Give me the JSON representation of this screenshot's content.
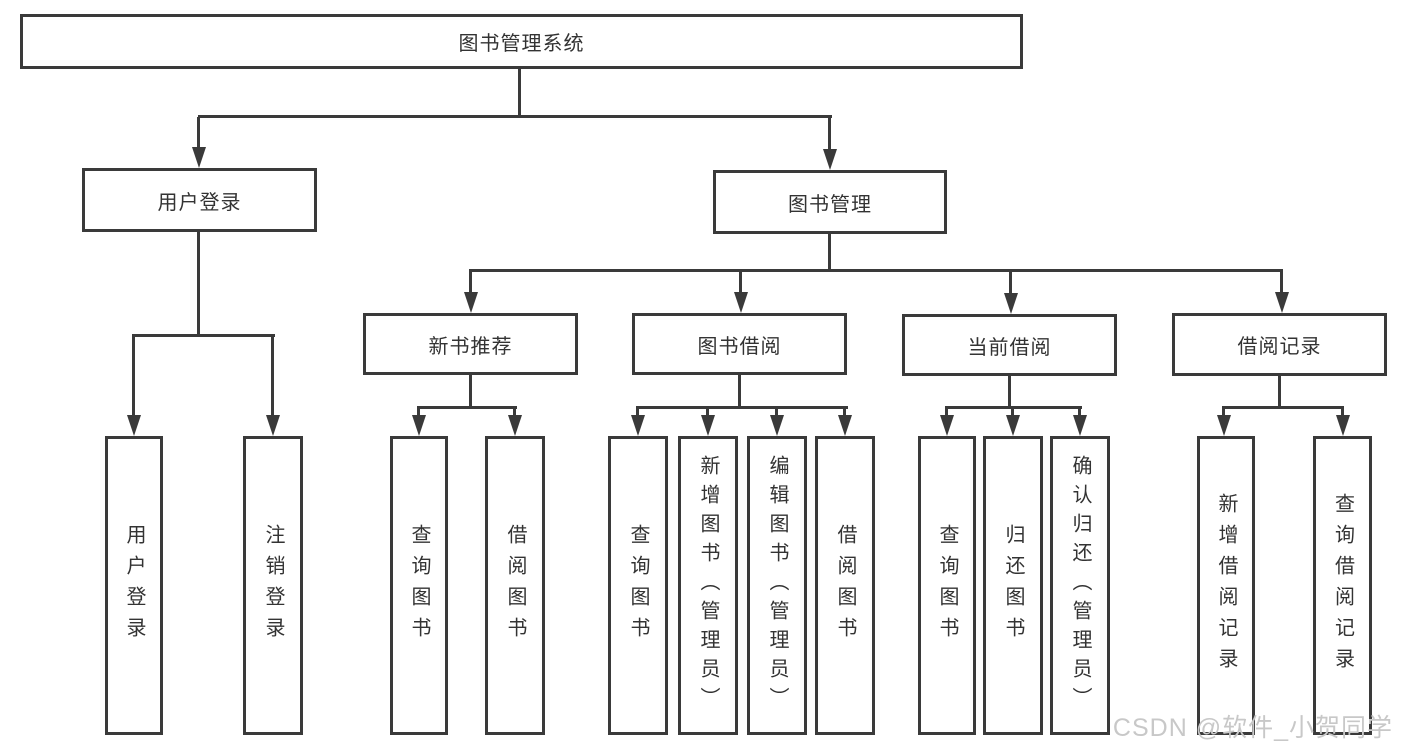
{
  "page": {
    "background": "#ffffff"
  },
  "diagram": {
    "stroke_color": "#3a3a3a",
    "text_color": "#333333",
    "tree": {
      "label": "图书管理系统",
      "children": [
        {
          "label": "用户登录",
          "children": [
            {
              "label": "用户登录"
            },
            {
              "label": "注销登录"
            }
          ]
        },
        {
          "label": "图书管理",
          "children": [
            {
              "label": "新书推荐",
              "children": [
                {
                  "label": "查询图书"
                },
                {
                  "label": "借阅图书"
                }
              ]
            },
            {
              "label": "图书借阅",
              "children": [
                {
                  "label": "查询图书"
                },
                {
                  "label": "新增图书（管理员）"
                },
                {
                  "label": "编辑图书（管理员）"
                },
                {
                  "label": "借阅图书"
                }
              ]
            },
            {
              "label": "当前借阅",
              "children": [
                {
                  "label": "查询图书"
                },
                {
                  "label": "归还图书"
                },
                {
                  "label": "确认归还（管理员）"
                }
              ]
            },
            {
              "label": "借阅记录",
              "children": [
                {
                  "label": "新增借阅记录"
                },
                {
                  "label": "查询借阅记录"
                }
              ]
            }
          ]
        }
      ]
    }
  },
  "watermark": {
    "text": "CSDN @软件_小贺同学",
    "color": "#c8c8c8"
  }
}
